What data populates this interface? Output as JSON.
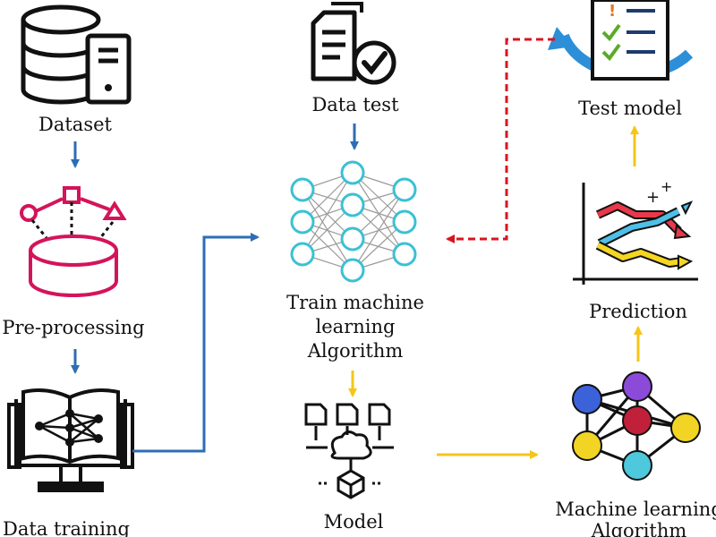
{
  "labels": {
    "dataset": "Dataset",
    "data_test": "Data test",
    "test_model": "Test model",
    "preprocessing": "Pre-processing",
    "train_line1": "Train machine",
    "train_line2": "learning",
    "train_line3": "Algorithm",
    "prediction": "Prediction",
    "data_training": "Data training",
    "model": "Model",
    "ml_line1": "Machine learning",
    "ml_line2": "Algorithm"
  },
  "icons": {
    "dataset": "database-server-icon",
    "data_test": "checklist-document-icon",
    "test_model": "clipboard-refresh-icon",
    "preprocessing": "data-cylinder-shapes-icon",
    "train": "neural-network-icon",
    "prediction": "trend-chart-icon",
    "data_training": "book-network-monitor-icon",
    "model": "files-brain-cube-icon",
    "ml_algorithm": "colored-graph-nodes-icon"
  },
  "colors": {
    "blue_arrow": "#2d6db5",
    "yellow_arrow": "#f5c518",
    "red_dashed": "#d9141e",
    "magenta": "#d4145a",
    "cyan": "#3cc0d4",
    "ink": "#111111"
  }
}
